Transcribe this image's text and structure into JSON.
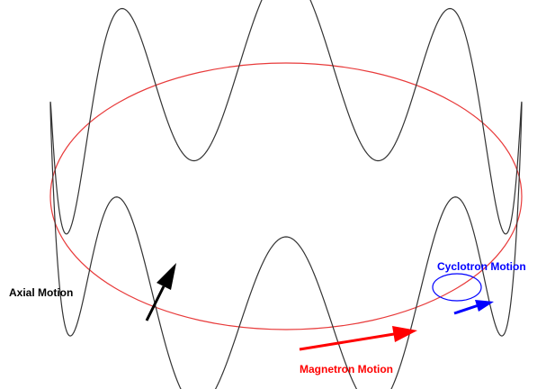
{
  "labels": {
    "axial": "Axial Motion",
    "cyclotron": "Cyclotron Motion",
    "magnetron": "Magnetron Motion"
  },
  "colors": {
    "axial": "#000000",
    "cyclotron": "#0000ff",
    "magnetron": "#ff0000",
    "trajectory": "#333333",
    "magnetron_orbit": "#e83a3a"
  }
}
